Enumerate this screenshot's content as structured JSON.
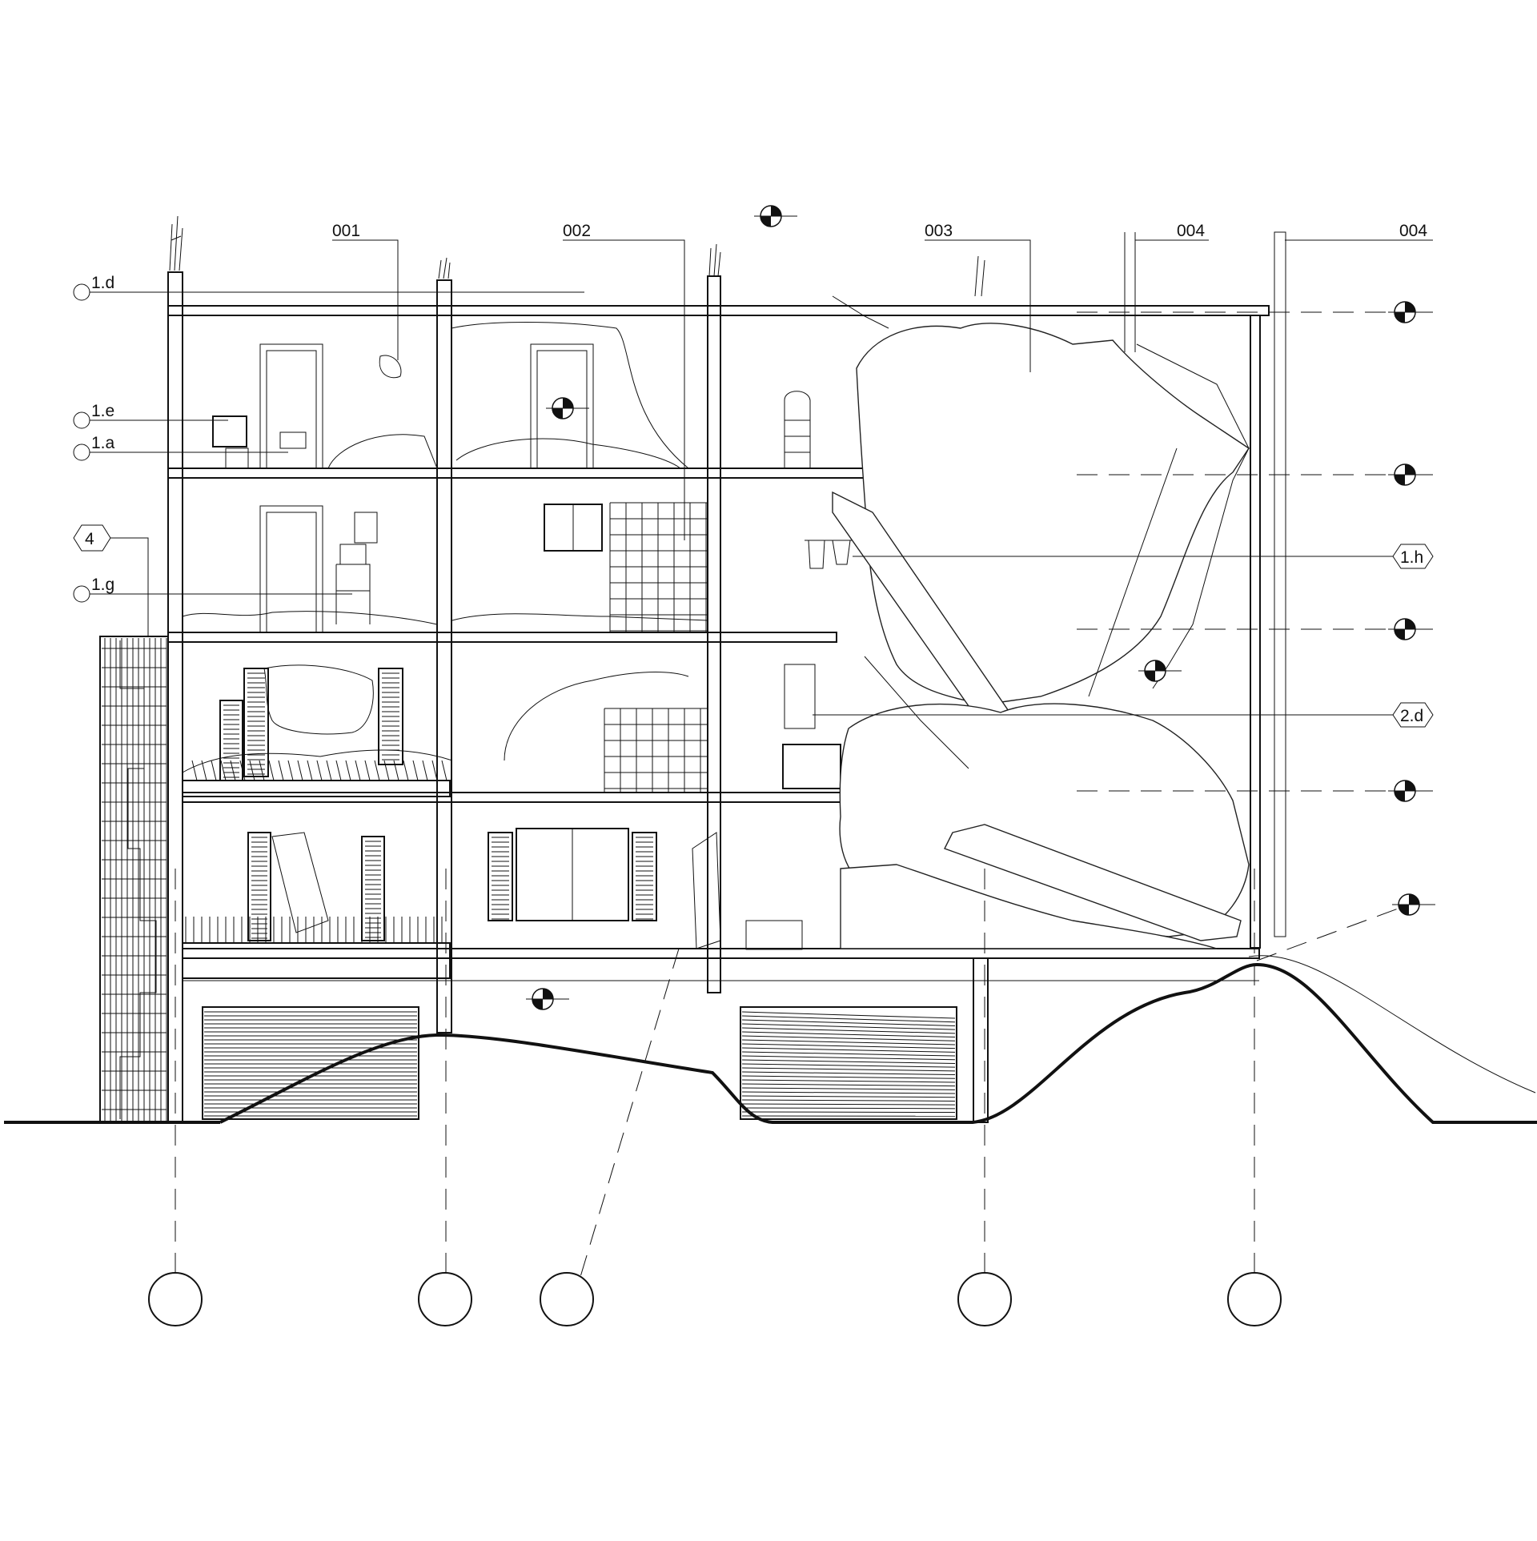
{
  "drawing": {
    "colors": {
      "ink": "#111111",
      "paper": "#ffffff"
    },
    "top_tags": [
      {
        "id": "t1",
        "text": "001"
      },
      {
        "id": "t2",
        "text": "002"
      },
      {
        "id": "t3",
        "text": "003"
      },
      {
        "id": "t4",
        "text": "004"
      },
      {
        "id": "t5",
        "text": "004"
      }
    ],
    "circle_tags": [
      {
        "id": "c1",
        "text": "1.d"
      },
      {
        "id": "c2",
        "text": "1.e"
      },
      {
        "id": "c3",
        "text": "1.a"
      },
      {
        "id": "c4",
        "text": "1.g"
      }
    ],
    "hex_tags": [
      {
        "id": "h1",
        "text": "4"
      },
      {
        "id": "h2",
        "text": "1.h"
      },
      {
        "id": "h3",
        "text": "2.d"
      }
    ],
    "grid_bubbles": [
      {
        "id": "g1",
        "text": ""
      },
      {
        "id": "g2",
        "text": ""
      },
      {
        "id": "g3",
        "text": ""
      },
      {
        "id": "g4",
        "text": ""
      },
      {
        "id": "g5",
        "text": ""
      }
    ],
    "level_markers": 6,
    "section_markers": 4
  }
}
